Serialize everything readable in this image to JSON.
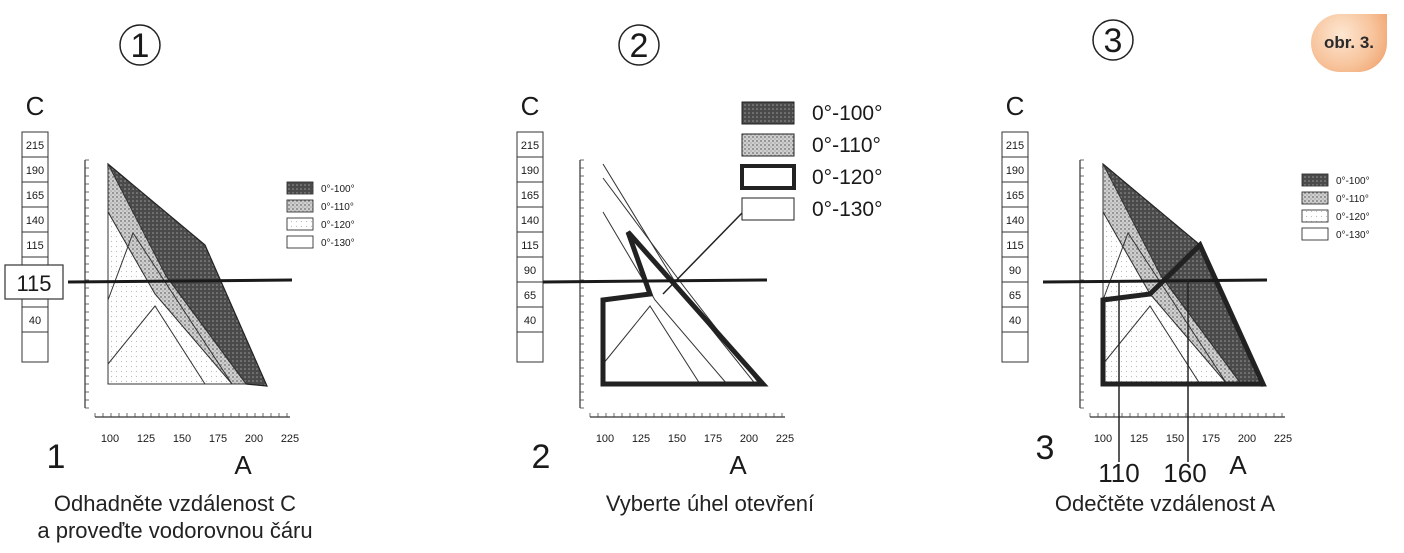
{
  "badge": "obr. 3.",
  "axis": {
    "c_label": "C",
    "a_label": "A",
    "c_ticks": [
      "215",
      "190",
      "165",
      "140",
      "115",
      "90",
      "65",
      "40"
    ],
    "a_ticks": [
      "100",
      "125",
      "150",
      "175",
      "200",
      "225"
    ]
  },
  "legend_labels": [
    "0°-100°",
    "0°-110°",
    "0°-120°",
    "0°-130°"
  ],
  "panels": [
    {
      "step_circle": "1",
      "step_number": "1",
      "caption_lines": [
        "Odhadněte vzdálenost C",
        "a proveďte vodorovnou čáru"
      ],
      "highlight_c_value": "115"
    },
    {
      "step_circle": "2",
      "step_number": "2",
      "caption_lines": [
        "Vyberte úhel otevření"
      ]
    },
    {
      "step_circle": "3",
      "step_number": "3",
      "caption_lines": [
        "Odečtěte vzdálenost A"
      ],
      "readout_a_values": [
        "110",
        "160"
      ]
    }
  ]
}
